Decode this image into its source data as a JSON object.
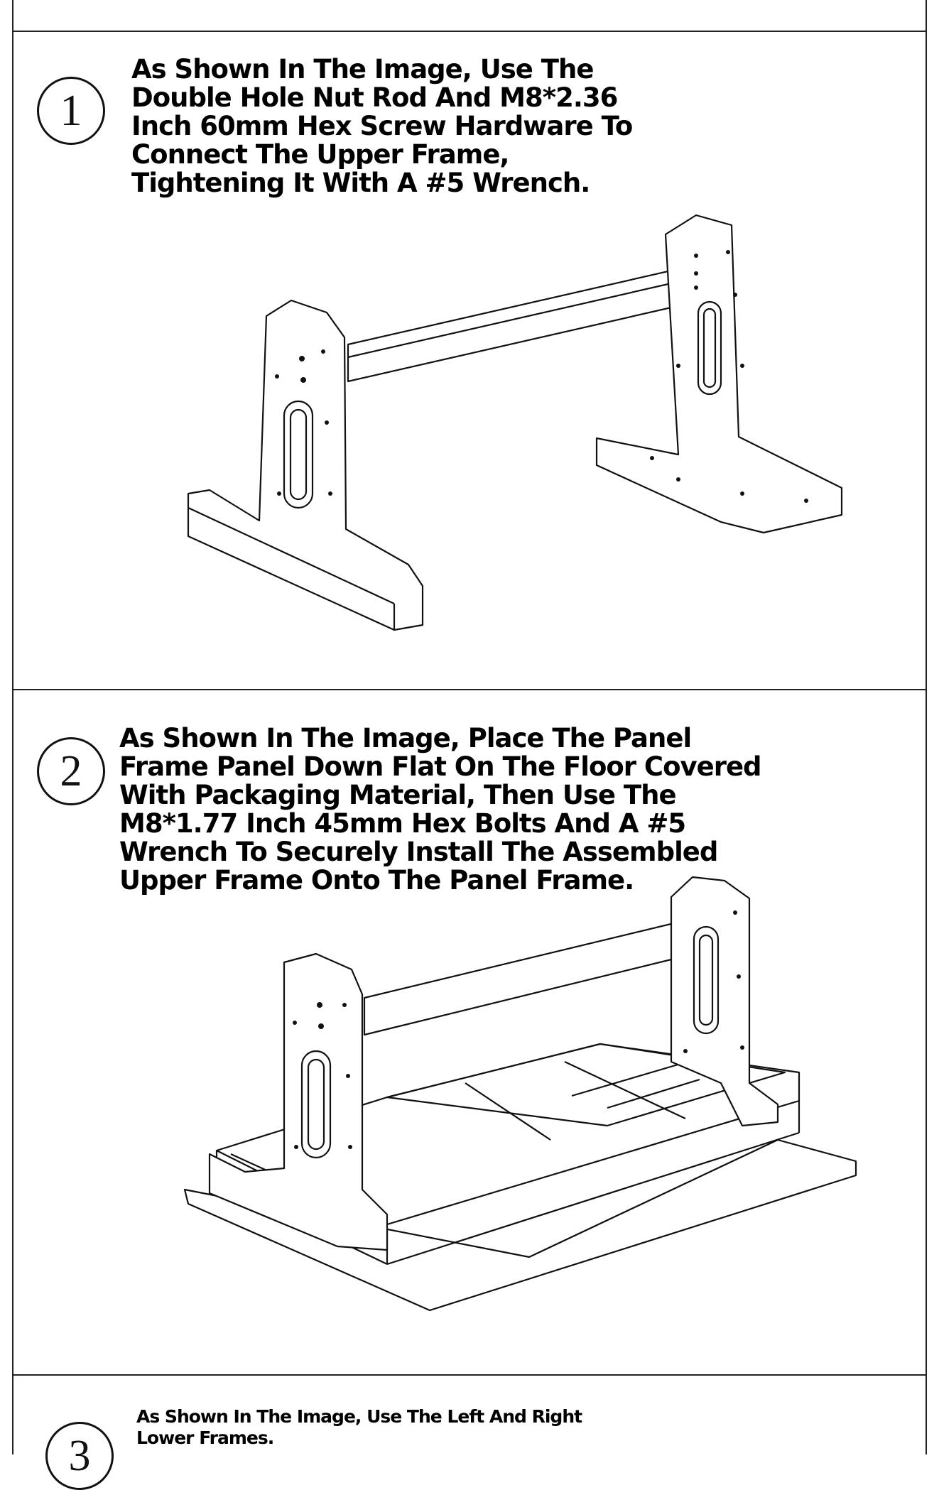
{
  "steps": [
    {
      "number": "1",
      "text": "As Shown In The Image, Use The Double Hole Nut Rod And M8*2.36 Inch 60mm Hex Screw Hardware To Connect The Upper Frame, Tightening It With A #5 Wrench."
    },
    {
      "number": "2",
      "text": "As Shown In The Image, Place The Panel Frame Panel Down Flat On The Floor Covered With Packaging Material, Then Use The M8*1.77 Inch 45mm Hex Bolts And A #5 Wrench To Securely Install The Assembled Upper Frame Onto The Panel Frame."
    },
    {
      "number": "3",
      "text": "As Shown In The Image, Use The Left And Right Lower Frames."
    }
  ]
}
